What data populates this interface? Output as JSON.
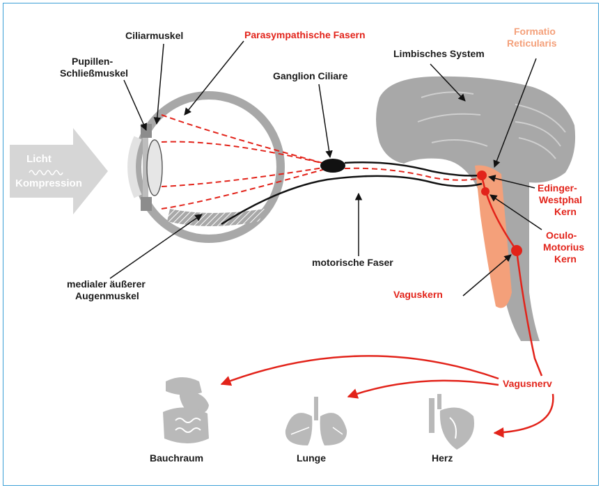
{
  "labels": {
    "ciliarmuskel": "Ciliarmuskel",
    "parasympathische": "Parasympathische Fasern",
    "formatio_1": "Formatio",
    "formatio_2": "Reticularis",
    "pupillen_1": "Pupillen-",
    "pupillen_2": "Schließmuskel",
    "limbisches": "Limbisches System",
    "ganglion": "Ganglion Ciliare",
    "licht": "Licht",
    "kompression": "Kompression",
    "edinger_1": "Edinger-",
    "edinger_2": "Westphal",
    "edinger_3": "Kern",
    "oculo_1": "Oculo-",
    "oculo_2": "Motorius",
    "oculo_3": "Kern",
    "medialer_1": "medialer äußerer",
    "medialer_2": "Augenmuskel",
    "motorische": "motorische Faser",
    "vaguskern": "Vaguskern",
    "vagusnerv": "Vagusnerv",
    "bauchraum": "Bauchraum",
    "lunge": "Lunge",
    "herz": "Herz"
  },
  "colors": {
    "red": "#e2231a",
    "salmon": "#f4a07a",
    "gray": "#a8a8a8",
    "light_gray": "#d4d4d4",
    "black": "#111111",
    "border": "#3a9fd6"
  },
  "icons": [
    "eye-icon",
    "brain-icon",
    "digestive-organs-icon",
    "lungs-icon",
    "heart-icon",
    "light-arrow-icon"
  ]
}
